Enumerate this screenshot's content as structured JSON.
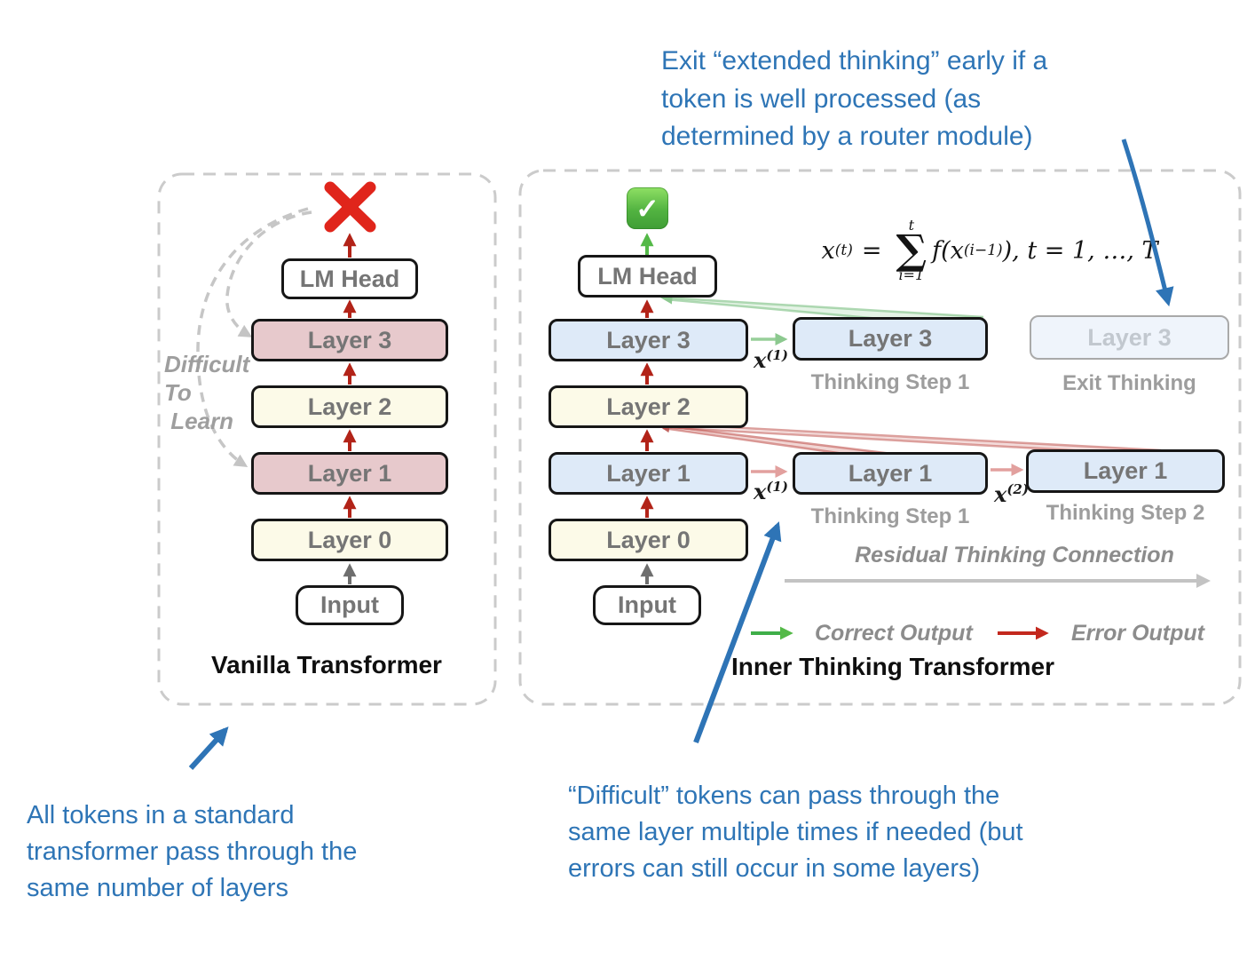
{
  "colors": {
    "annotation_blue": "#2E75B6",
    "box_pink": "#E7C9CC",
    "box_cream": "#FCFAE8",
    "box_blue": "#DEEAF8",
    "box_faded_blue": "#EFF4FB",
    "arrow_dark_red": "#B22318",
    "error_x_red": "#E0251B",
    "correct_green": "#3FAE49",
    "box_text_gray": "#757575"
  },
  "vanilla_panel": {
    "title": "Vanilla Transformer",
    "difficult_label": "Difficult\nTo\n Learn",
    "input": "Input",
    "layer0": "Layer 0",
    "layer1": "Layer 1",
    "layer2": "Layer 2",
    "layer3": "Layer 3",
    "lm_head": "LM Head"
  },
  "itt_panel": {
    "title": "Inner Thinking Transformer",
    "input": "Input",
    "layer0": "Layer 0",
    "layer1": "Layer 1",
    "layer2": "Layer 2",
    "layer3": "Layer 3",
    "lm_head": "LM Head",
    "check_icon": "✓",
    "layer3_step1": "Layer 3",
    "layer3_step1_caption": "Thinking Step 1",
    "layer3_exit": "Layer 3",
    "layer3_exit_caption": "Exit Thinking",
    "layer1_step1": "Layer 1",
    "layer1_step1_caption": "Thinking Step 1",
    "layer1_step2": "Layer 1",
    "layer1_step2_caption": "Thinking Step 2",
    "residual_caption": "Residual Thinking Connection",
    "legend_correct": "Correct Output",
    "legend_error": "Error Output",
    "x_base": "x",
    "x1_sup": "(1)",
    "x2_sup": "(2)",
    "formula": {
      "lhs_base": "x",
      "lhs_sup": "(t)",
      "equals": "=",
      "sum_top": "t",
      "sum_symbol": "∑",
      "sum_bottom": "i=1",
      "body": "f(x",
      "body_sup": "(i−1)",
      "tail": "), t = 1, …, T"
    }
  },
  "annotations": {
    "top_right": "Exit “extended thinking” early if a\ntoken is well processed (as\ndetermined by a router module)",
    "bottom_left": "All tokens in a standard\ntransformer pass through the\nsame number of layers",
    "bottom_middle": "“Difficult” tokens can pass through the\nsame layer multiple times if needed (but\nerrors can still occur in some layers)"
  }
}
